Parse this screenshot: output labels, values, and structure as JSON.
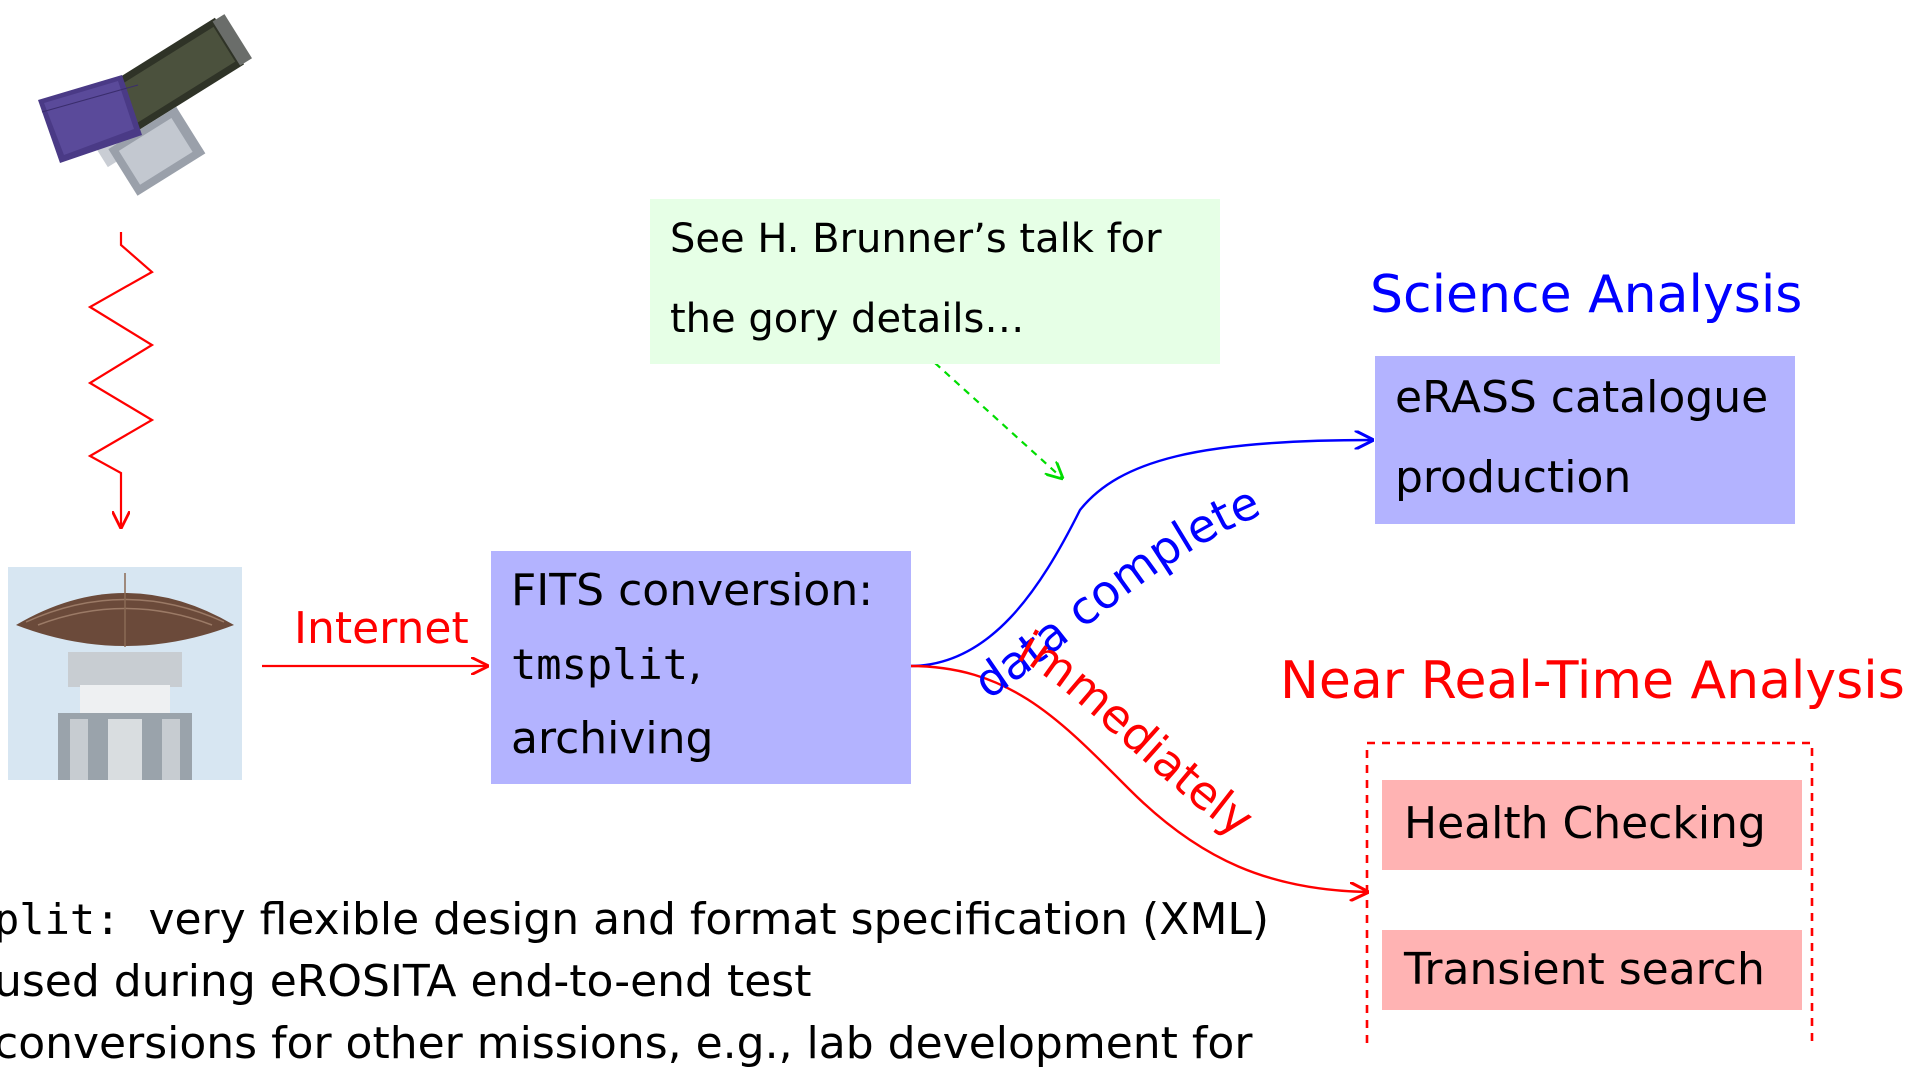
{
  "note": {
    "line1": "See H. Brunner’s talk for",
    "line2": "the gory details…"
  },
  "internet_label": "Internet",
  "fits_box": {
    "line1": "FITS conversion:",
    "line2_code": "tmsplit",
    "line2_suffix": ",",
    "line3": "archiving"
  },
  "science": {
    "title": "Science Analysis",
    "line1": "eRASS catalogue",
    "line2": "production"
  },
  "nrta": {
    "title": "Near Real-Time Analysis",
    "item1": "Health Checking",
    "item2": "Transient search"
  },
  "branch_labels": {
    "data_complete": "data complete",
    "immediately": "immediately"
  },
  "bullets": {
    "b1_code": "plit:",
    "b1_text": "very flexible design and format specification (XML)",
    "b2_text": "used during eROSITA end-to-end test",
    "b3_text": "conversions for other missions, e.g., lab development for"
  },
  "colors": {
    "blue": "#0000ff",
    "red": "#ff0000",
    "green": "#00dd00",
    "box_blue": "#b3b3ff",
    "box_green": "#e6ffe6",
    "box_red": "#ffb3b3"
  },
  "icons": {
    "satellite": "satellite-icon",
    "antenna": "ground-station-antenna-icon"
  }
}
